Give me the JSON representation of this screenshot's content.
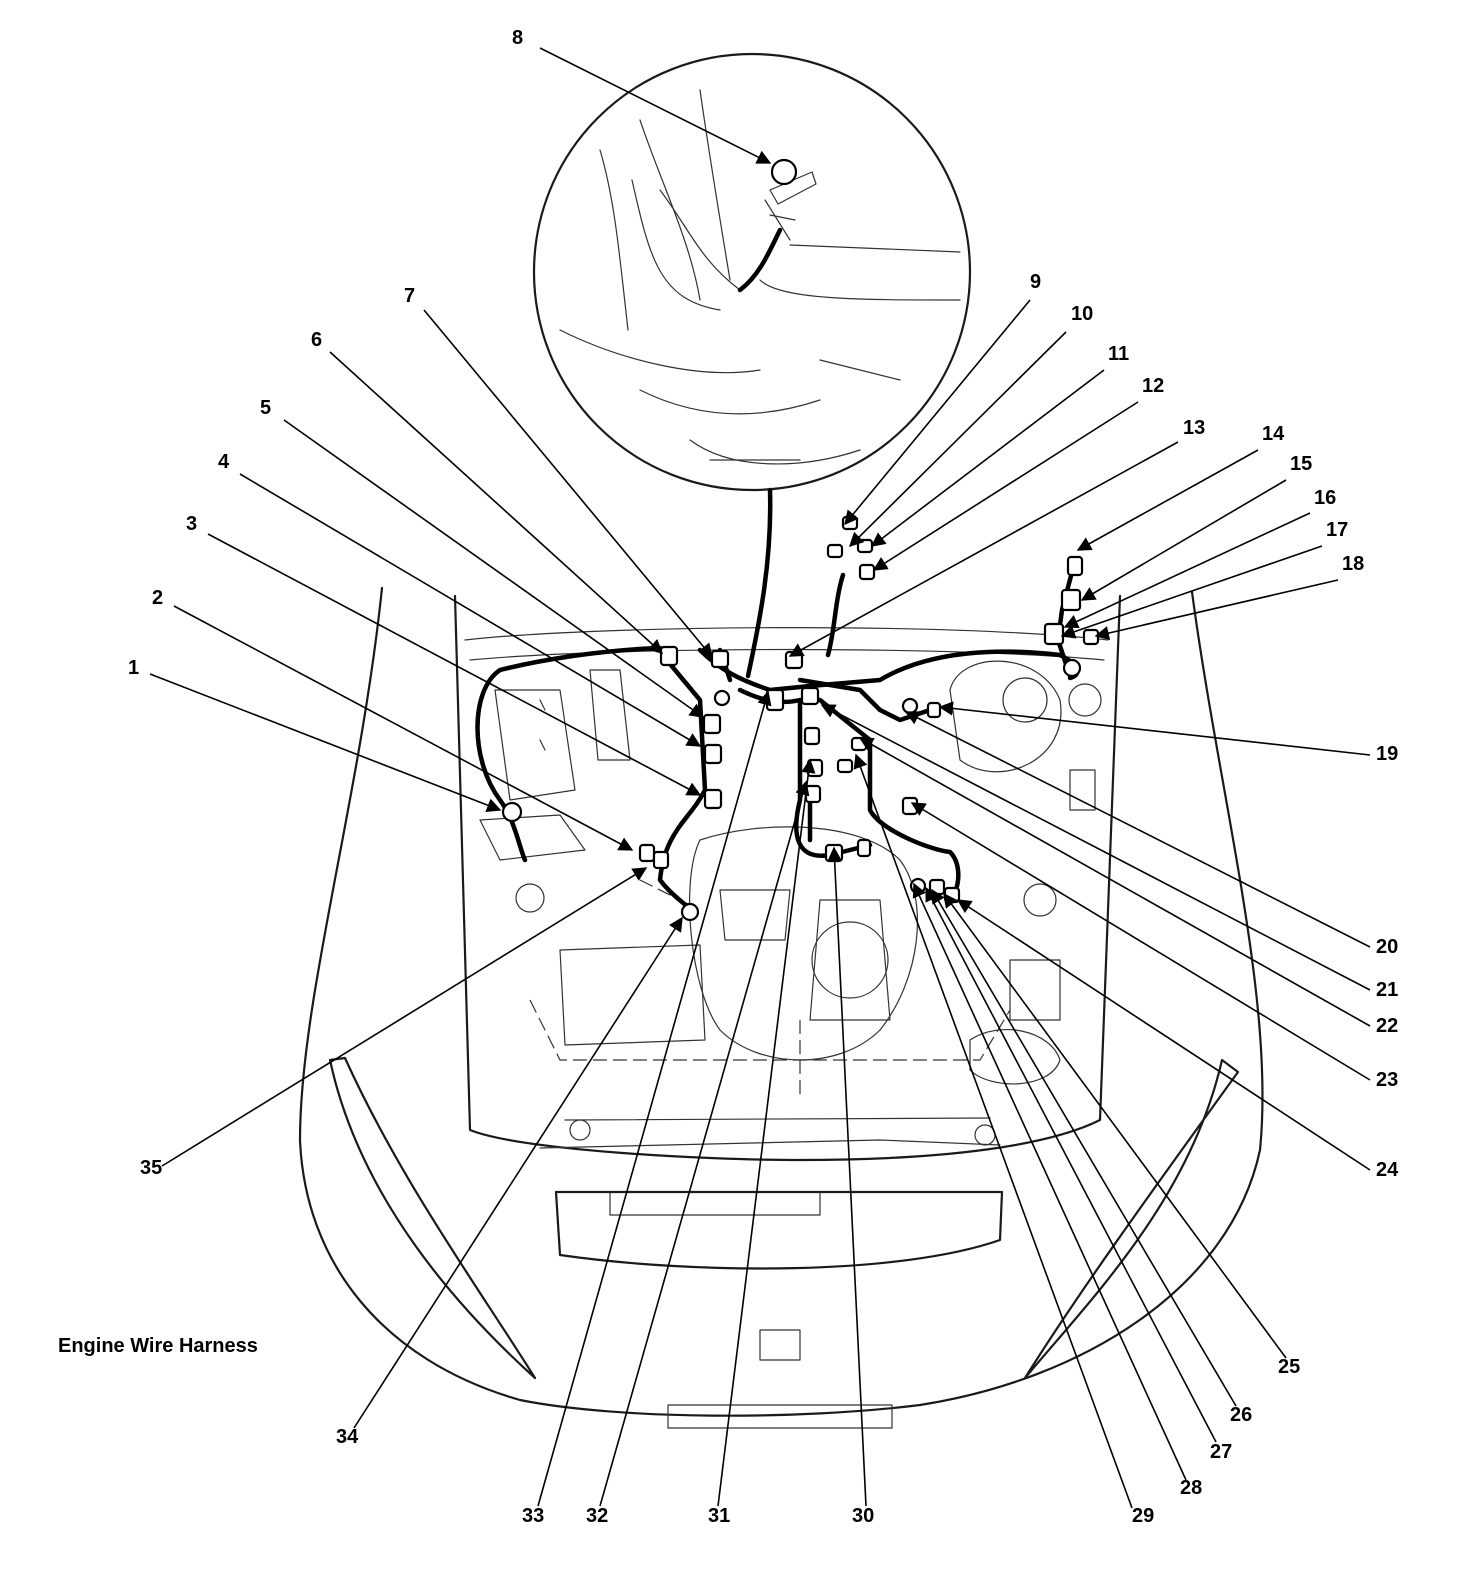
{
  "diagram": {
    "caption": "Engine Wire Harness",
    "callouts": [
      {
        "id": 1,
        "label": "1"
      },
      {
        "id": 2,
        "label": "2"
      },
      {
        "id": 3,
        "label": "3"
      },
      {
        "id": 4,
        "label": "4"
      },
      {
        "id": 5,
        "label": "5"
      },
      {
        "id": 6,
        "label": "6"
      },
      {
        "id": 7,
        "label": "7"
      },
      {
        "id": 8,
        "label": "8"
      },
      {
        "id": 9,
        "label": "9"
      },
      {
        "id": 10,
        "label": "10"
      },
      {
        "id": 11,
        "label": "11"
      },
      {
        "id": 12,
        "label": "12"
      },
      {
        "id": 13,
        "label": "13"
      },
      {
        "id": 14,
        "label": "14"
      },
      {
        "id": 15,
        "label": "15"
      },
      {
        "id": 16,
        "label": "16"
      },
      {
        "id": 17,
        "label": "17"
      },
      {
        "id": 18,
        "label": "18"
      },
      {
        "id": 19,
        "label": "19"
      },
      {
        "id": 20,
        "label": "20"
      },
      {
        "id": 21,
        "label": "21"
      },
      {
        "id": 22,
        "label": "22"
      },
      {
        "id": 23,
        "label": "23"
      },
      {
        "id": 24,
        "label": "24"
      },
      {
        "id": 25,
        "label": "25"
      },
      {
        "id": 26,
        "label": "26"
      },
      {
        "id": 27,
        "label": "27"
      },
      {
        "id": 28,
        "label": "28"
      },
      {
        "id": 29,
        "label": "29"
      },
      {
        "id": 30,
        "label": "30"
      },
      {
        "id": 31,
        "label": "31"
      },
      {
        "id": 32,
        "label": "32"
      },
      {
        "id": 33,
        "label": "33"
      },
      {
        "id": 34,
        "label": "34"
      },
      {
        "id": 35,
        "label": "35"
      }
    ]
  }
}
